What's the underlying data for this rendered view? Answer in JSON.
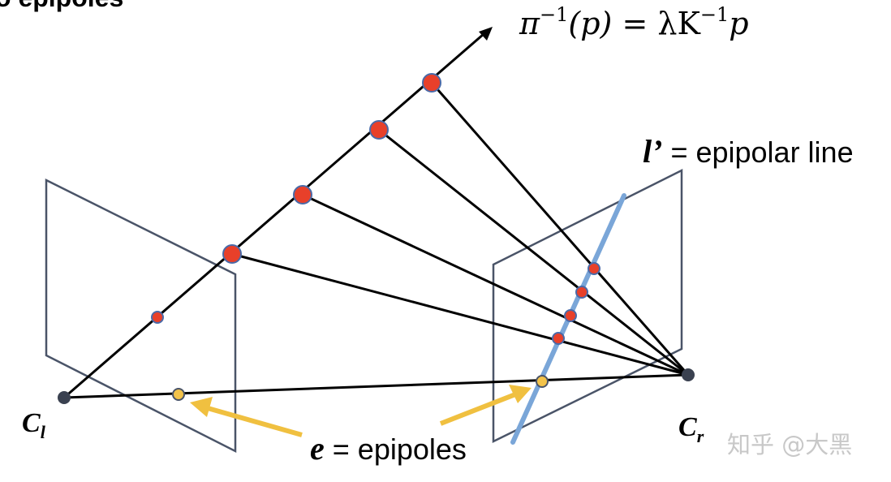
{
  "title_fragment": "o epipoles",
  "formula": {
    "pi": "π",
    "sup1": "−1",
    "arg": "(p)",
    "eq": " = λK",
    "sup2": "−1",
    "tail": "p"
  },
  "epipolar_label": {
    "symbol": "l’",
    "text": " = epipolar line"
  },
  "epipoles_label": {
    "symbol": "e",
    "text": " = epipoles"
  },
  "left_camera": {
    "symbol": "C",
    "sub": "l"
  },
  "right_camera": {
    "symbol": "C",
    "sub": "r"
  },
  "watermark": "知乎 @大黑",
  "colors": {
    "plane": "#4a5468",
    "ray": "#000000",
    "point_red": "#e8402a",
    "point_outline": "#4a6aa8",
    "epipole_yellow": "#f3c34a",
    "epipolar_line": "#7aa6d8",
    "arrow_yellow": "#f0c040",
    "camera_center": "#3a4150"
  }
}
